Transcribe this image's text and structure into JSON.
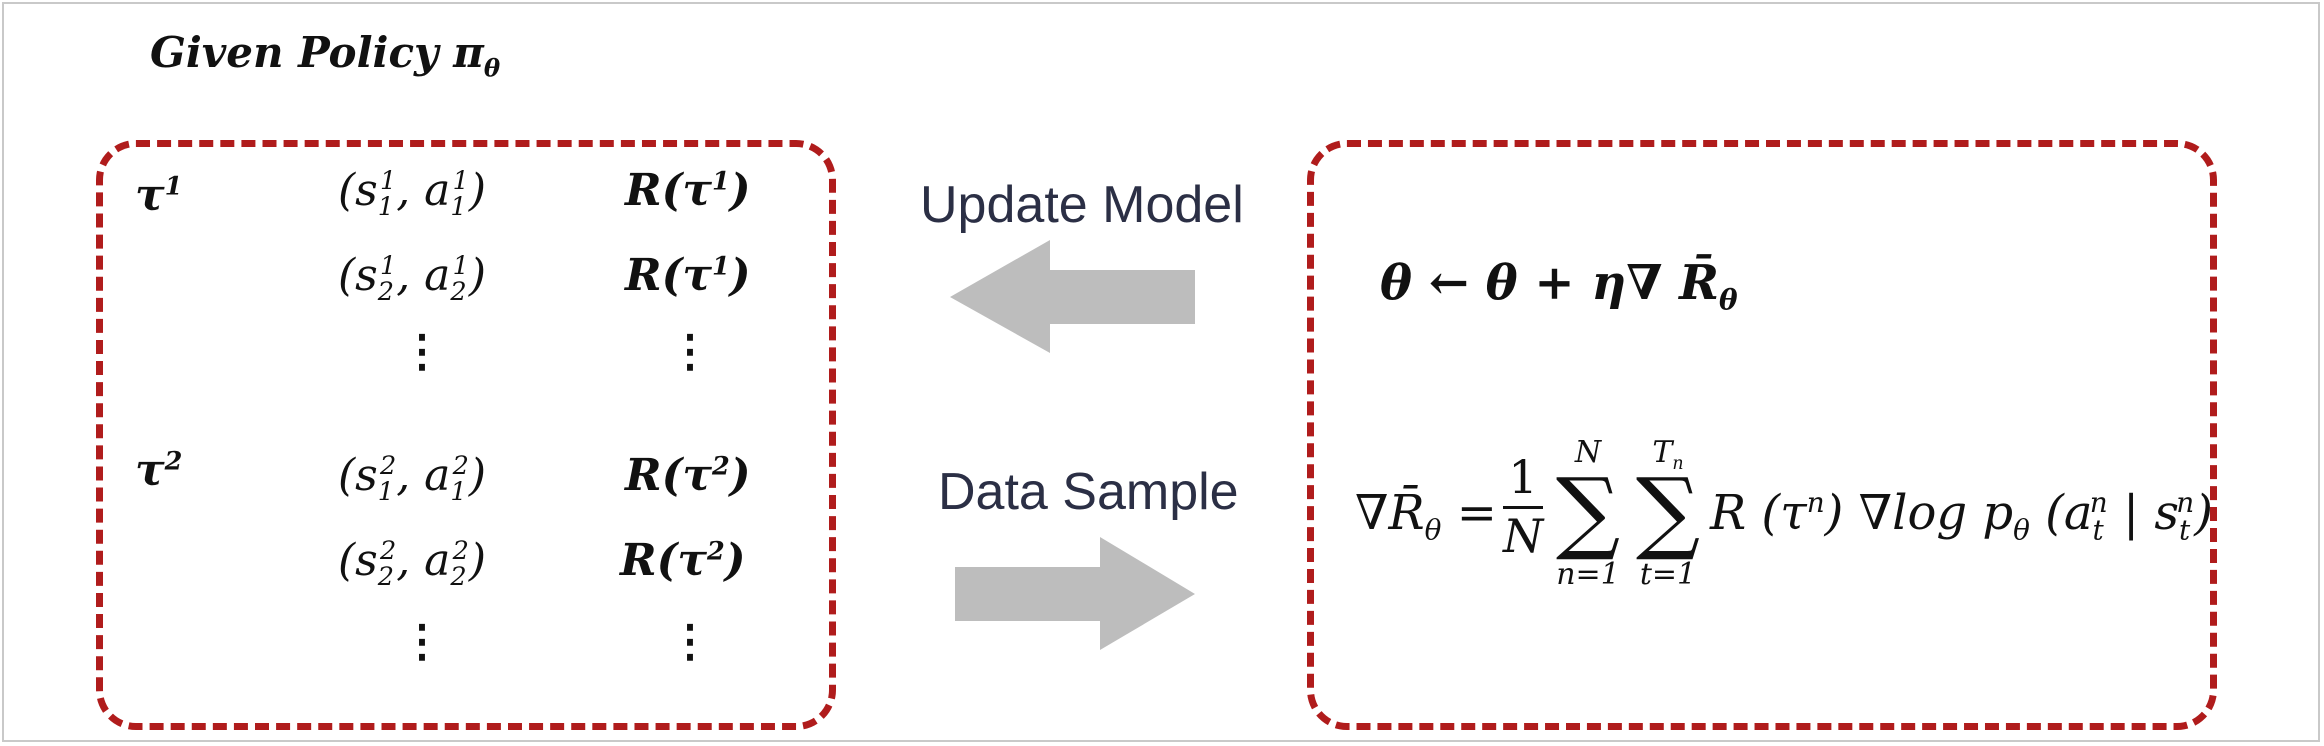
{
  "title": "Given Policy π",
  "title_sub": "θ",
  "left_panel": {
    "rows": [
      {
        "tau": "τ",
        "tau_sup": "1",
        "s_sup": "1",
        "s_sub": "1",
        "a_sup": "1",
        "a_sub": "1",
        "r_sup": "1"
      },
      {
        "tau": "",
        "tau_sup": "",
        "s_sup": "1",
        "s_sub": "2",
        "a_sup": "1",
        "a_sub": "2",
        "r_sup": "1"
      },
      {
        "tau": "τ",
        "tau_sup": "2",
        "s_sup": "2",
        "s_sub": "1",
        "a_sup": "2",
        "a_sub": "1",
        "r_sup": "2"
      },
      {
        "tau": "",
        "tau_sup": "",
        "s_sup": "2",
        "s_sub": "2",
        "a_sup": "2",
        "a_sub": "2",
        "r_sup": "2"
      }
    ],
    "dots": "⋮"
  },
  "labels": {
    "update": "Update Model",
    "sample": "Data Sample"
  },
  "equations": {
    "update_rule": "θ ← θ + η∇ R̄",
    "update_rule_sub": "θ",
    "gradient_lhs": "∇R̄",
    "gradient_lhs_sub": "θ",
    "gradient_equals": "=",
    "frac_num": "1",
    "frac_den": "N",
    "sum1_top": "N",
    "sum1_bottom": "n=1",
    "sum2_top": "T",
    "sum2_top_sub": "n",
    "sum2_bottom": "t=1",
    "sum_symbol": "∑",
    "term": "R (τ",
    "term_sup": "n",
    "term_close": ") ∇log p",
    "term_p_sub": "θ",
    "paren_open": "(a",
    "a_sup": "n",
    "a_sub": "t",
    "mid": " | s",
    "s_sup": "n",
    "s_sub": "t",
    "paren_close": ")"
  },
  "colors": {
    "box_border": "#b01c1c",
    "arrow_fill": "#bdbdbd",
    "label_text": "#2b2f45"
  }
}
